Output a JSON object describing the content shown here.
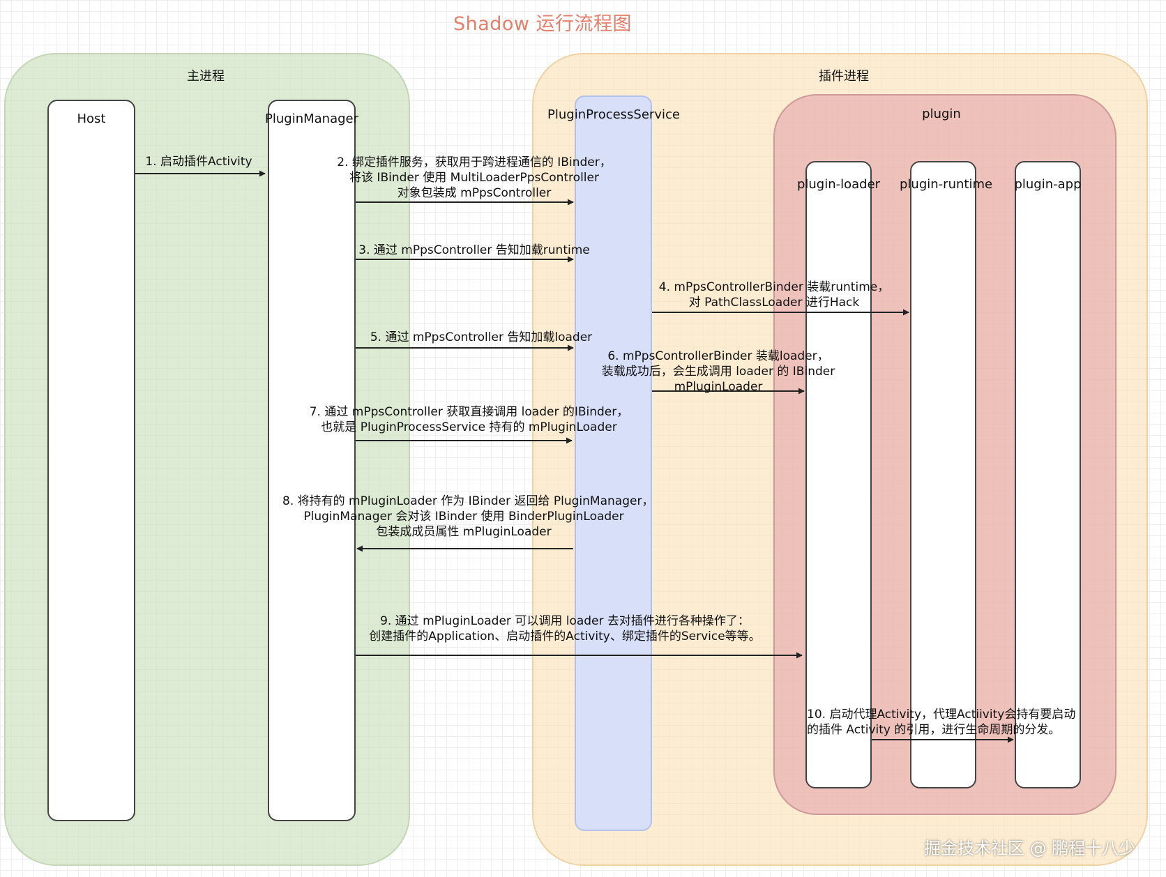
{
  "title": "Shadow 运行流程图",
  "regions": {
    "main": "主进程",
    "plugin_process": "插件进程",
    "plugin": "plugin"
  },
  "lanes": {
    "host": "Host",
    "plugin_manager": "PluginManager",
    "plugin_process_service": "PluginProcessService",
    "plugin_loader": "plugin-loader",
    "plugin_runtime": "plugin-runtime",
    "plugin_app": "plugin-app"
  },
  "steps": [
    {
      "lines": [
        "1. 启动插件Activity"
      ]
    },
    {
      "lines": [
        "2. 绑定插件服务，获取用于跨进程通信的 IBinder，",
        "将该 IBinder 使用 MultiLoaderPpsController",
        "对象包装成 mPpsController"
      ]
    },
    {
      "lines": [
        "3. 通过 mPpsController 告知加载runtime"
      ]
    },
    {
      "lines": [
        "4. mPpsControllerBinder 装载runtime，",
        "对 PathClassLoader 进行Hack"
      ]
    },
    {
      "lines": [
        "5. 通过 mPpsController 告知加载loader"
      ]
    },
    {
      "lines": [
        "6. mPpsControllerBinder 装载loader，",
        "装载成功后，会生成调用 loader 的 IBinder",
        "mPluginLoader"
      ]
    },
    {
      "lines": [
        "7. 通过 mPpsController 获取直接调用 loader 的IBinder，",
        "也就是 PluginProcessService 持有的 mPluginLoader"
      ]
    },
    {
      "lines": [
        "8. 将持有的 mPluginLoader 作为 IBinder 返回给 PluginManager，",
        "PluginManager 会对该 IBinder 使用 BinderPluginLoader",
        "包装成成员属性 mPluginLoader"
      ]
    },
    {
      "lines": [
        "9. 通过 mPluginLoader 可以调用 loader 去对插件进行各种操作了：",
        "创建插件的Application、启动插件的Activity、绑定插件的Service等等。"
      ]
    },
    {
      "lines": [
        "10. 启动代理Activity，代理Actiivity会持有要启动",
        "的插件 Activity 的引用，进行生命周期的分发。"
      ]
    }
  ],
  "watermark": "掘金技术社区 @ 鹏程十八少"
}
